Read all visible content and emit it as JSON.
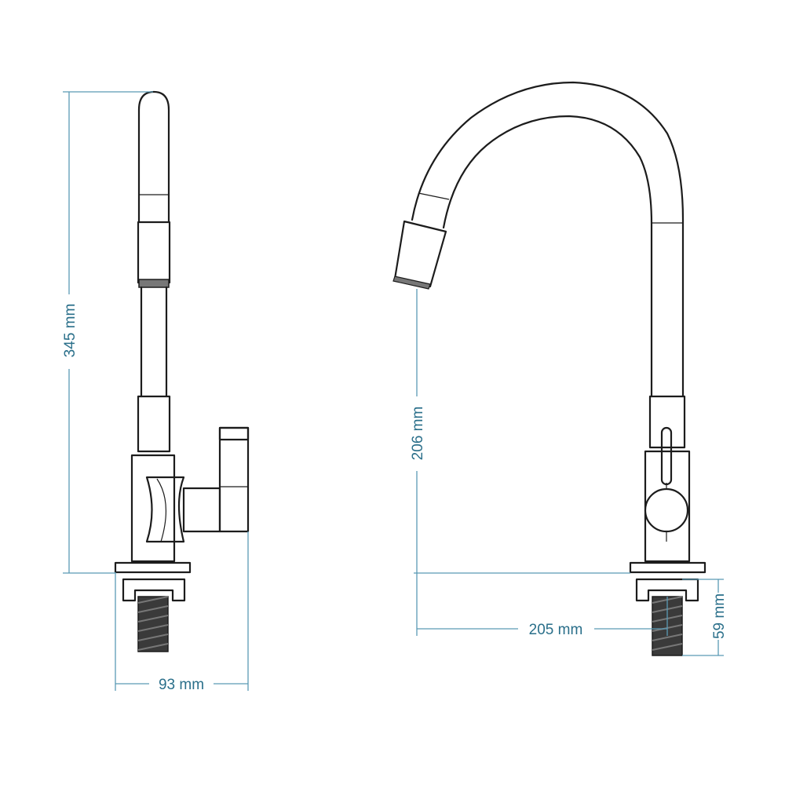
{
  "dimensions": {
    "height_total": "345 mm",
    "width_side": "93 mm",
    "spout_height": "206 mm",
    "reach": "205 mm",
    "thread_length": "59 mm"
  },
  "colors": {
    "dimension_line": "#5a9ab5",
    "dimension_text": "#2a6f8a",
    "outline": "#1c1c1c",
    "thread": "#3a3a3a"
  }
}
